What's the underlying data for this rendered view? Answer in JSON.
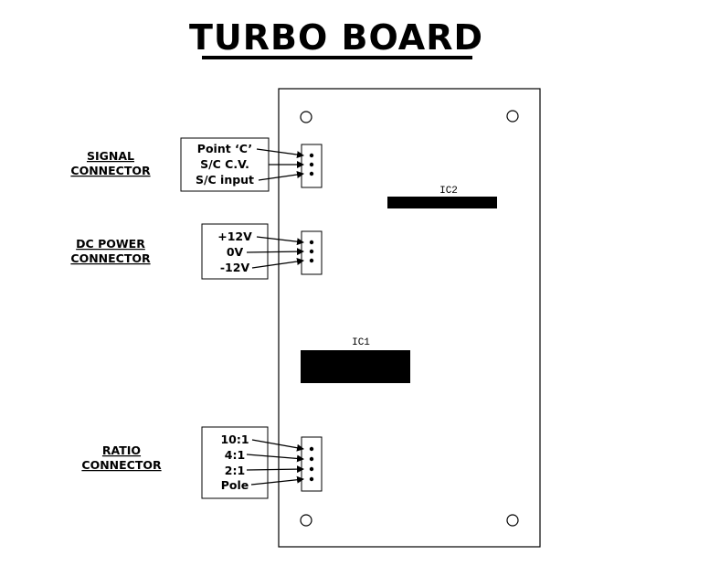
{
  "title": "TURBO BOARD",
  "connectors": {
    "signal": {
      "label_line1": "SIGNAL",
      "label_line2": "CONNECTOR",
      "pins": [
        "Point ‘C’",
        "S/C C.V.",
        "S/C input"
      ]
    },
    "dc_power": {
      "label_line1": "DC POWER",
      "label_line2": "CONNECTOR",
      "pins": [
        "+12V",
        "0V",
        "-12V"
      ]
    },
    "ratio": {
      "label_line1": "RATIO",
      "label_line2": "CONNECTOR",
      "pins": [
        "10:1",
        "4:1",
        "2:1",
        "Pole"
      ]
    }
  },
  "ics": {
    "ic1": "IC1",
    "ic2": "IC2"
  }
}
